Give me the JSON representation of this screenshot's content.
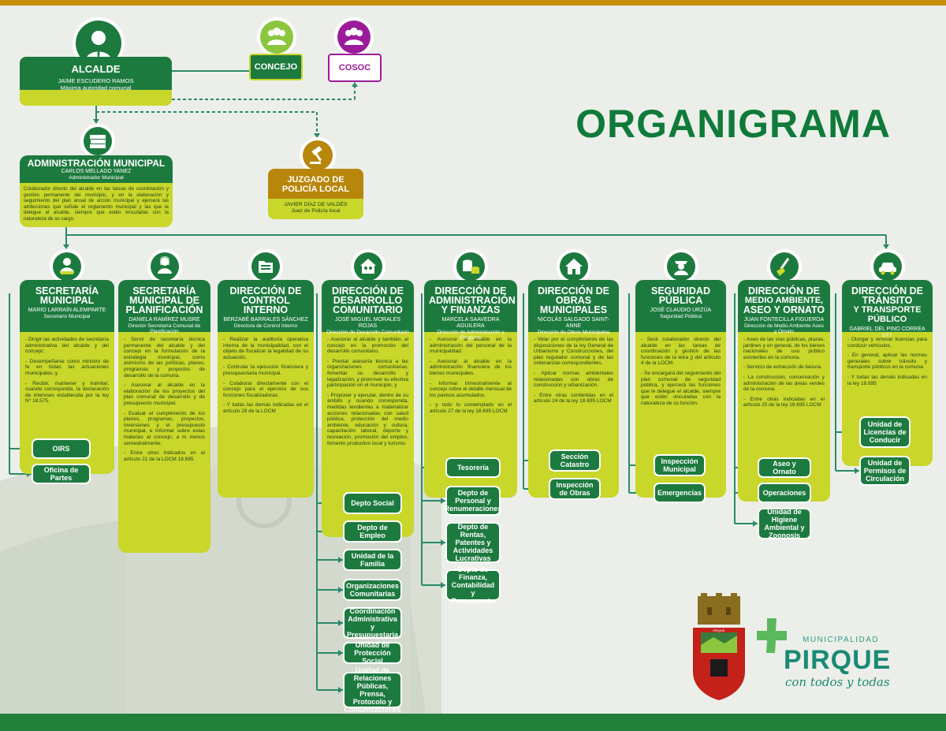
{
  "title": "ORGANIGRAMA",
  "colors": {
    "dark_green": "#1d7a3f",
    "lime": "#c9d62a",
    "gold": "#b8860b",
    "purple": "#9b1c9a",
    "topbar": "#c4900b"
  },
  "alcalde": {
    "title": "ALCALDE",
    "name": "JAIME ESCUDERO RAMOS",
    "role": "Máxima autoridad comunal",
    "icon": "person-icon"
  },
  "concejo": {
    "label": "CONCEJO",
    "icon": "group-icon"
  },
  "cosoc": {
    "label": "COSOC",
    "icon": "group-icon"
  },
  "admin": {
    "title": "ADMINISTRACIÓN MUNICIPAL",
    "name": "CARLOS MELLADO YANEZ",
    "role": "Administrador Municipal",
    "desc": "Colaborador directo del alcalde en las tareas de coordinación y gestión permanente del municipio, y en la elaboración y seguimiento del plan anual de acción municipal y ejercerá las atribuciones que señale el reglamento municipal y las que le delegue el alcalde, siempre que estén vinculadas con la naturaleza de su cargo.",
    "icon": "books-icon"
  },
  "juzgado": {
    "title1": "JUZGADO DE",
    "title2": "POLICÍA LOCAL",
    "name": "JAVIER DÍAZ DE VALDÉS",
    "role": "Juez de Policía local",
    "icon": "gavel-icon"
  },
  "units": [
    {
      "t1": "SECRETARÍA",
      "t2": "MUNICIPAL",
      "t3": "",
      "name": "MARIO LARRAÍN ALEMPARTE",
      "role": "Secretario Municipal",
      "items": [
        "- Dirigir las actividades de secretaría administrativa del alcalde y del concejo;",
        "- Desempeñarse como ministro de fe en todas las actuaciones municipales, y",
        "- Recibir, mantener y tramitar, cuando corresponda, la declaración de intereses establecida por la ley N° 18.575."
      ],
      "icon": "person-laptop-icon"
    },
    {
      "t1": "SECRETARÍA",
      "t2": "MUNICIPAL DE",
      "t3": "PLANIFICACIÓN",
      "name": "DANIELA RAMÍREZ MUSRE",
      "role": "Director Secretaría Comunal de Planificación",
      "items": [
        "- Servir de secretaría técnica permanente del alcalde y del concejo en la formulación de la estrategia municipal, como asimismo de las políticas, planes, programas y proyectos de desarrollo de la comuna.",
        "- Asesorar al alcalde en la elaboración de los proyectos del plan comunal de desarrollo y de presupuesto municipal.",
        "- Evaluar el cumplimiento de los planes, programas, proyectos, inversiones y el presupuesto municipal, e informar sobre estas materias al concejo, a lo menos semestralmente;",
        "- Entre otros indicados en el artículo 21 de la LOCM 18.695"
      ],
      "icon": "woman-laptop-icon"
    },
    {
      "t1": "DIRECCIÓN DE",
      "t2": "CONTROL",
      "t3": "INTERNO",
      "name": "BERZABÉ BARRALES SÁNCHEZ",
      "role": "Directora de Control Interno",
      "items": [
        "- Realizar la auditoría operativa interna de la municipalidad, con el objeto de fiscalizar la legalidad de su actuación.",
        "- Controlar la ejecución financiera y presupuestaria municipal.",
        "- Colaborar directamente con el concejo para el ejercicio de sus funciones fiscalizadoras.",
        "- Y todas las demás indicadas en el artículo 28 de la LOCM"
      ],
      "icon": "folder-icon"
    },
    {
      "t1": "DIRECCIÓN DE",
      "t2": "DESARROLLO",
      "t3": "COMUNITARIO",
      "name": "JOSÉ MIGUEL MORALES ROJAS",
      "role": "Dirección de Desarrollo Comunitario",
      "items": [
        "- Asesorar al alcalde y también, al concejo en la promoción del desarrollo comunitario.",
        "- Prestar asesoría técnica a las organizaciones comunitarias, fomentar su desarrollo y legalización, y promover su efectiva participación en el municipio, y",
        "- Proponer y ejecutar, dentro de su ámbito y cuando corresponda, medidas tendientes a materializar acciones relacionadas con salud pública, protección del medio ambiente, educación y cultura, capacitación laboral, deporte y recreación, promoción del empleo, fomento productivo local y turismo."
      ],
      "icon": "family-house-icon"
    },
    {
      "t1": "DIRECCIÓN DE",
      "t2": "ADMINISTRACIÓN",
      "t3": "Y FINANZAS",
      "name": "MARCELA SAAVEDRA AGUILERA",
      "role": "Dirección de Administración y Finanzas",
      "items": [
        "- Asesorar al alcalde en la administración del personal de la municipalidad.",
        "- Asesorar al alcalde en la administración financiera de los bienes municipales.",
        "- Informar trimestralmente al concejo sobre el detalle mensual de los pasivos acumulados.",
        "- y todo lo contemplado en el artículo 27 de la ley 18.695 LOCM"
      ],
      "icon": "coins-icon"
    },
    {
      "t1": "DIRECCIÓN DE",
      "t2": "OBRAS",
      "t3": "MUNICIPALES",
      "name": "NICOLÁS SALGADO SAINT-ANNE",
      "role": "Dirección de Obras Municipales",
      "items": [
        "- Velar por el cumplimiento de las disposiciones de la ley General de Urbanismo y Construcciones, del plan regulador comunal y de las ordenanzas correspondientes.",
        "- Aplicar normas ambientales relacionadas con obras de construcción y urbanización.",
        "- Entre otras contenidas en el artículo 24 de la ley 18.695 LOCM"
      ],
      "icon": "house-icon"
    },
    {
      "t1": "SEGURIDAD",
      "t2": "PÚBLICA",
      "t3": "",
      "name": "JOSÉ CLAUDIO URZÚA",
      "role": "Seguridad Pública",
      "items": [
        "- Será colaborador directo del alcalde en las tareas de coordinación y gestión de las funciones de la letra j) del artículo 4 de la LOCM.",
        "- Se encargará del seguimiento del plan comunal de seguridad pública, y ejercerá las funciones que le delegue el alcalde, siempre que estén vinculadas con la naturaleza de su función."
      ],
      "icon": "police-icon"
    },
    {
      "t1": "DIRECCIÓN DE",
      "t2": "MEDIO AMBIENTE,",
      "t3": "ASEO Y ORNATO",
      "name": "JUAN FONTECILLA FIGUEROA",
      "role": "Dirección de Medio Ambiente Aseo y Ornato",
      "items": [
        "- Aseo de las vías públicas, plazas, jardines y en general, de los bienes nacionales de uso público existentes en la comuna.",
        "- Servicio de extracción de basura.",
        "- La construcción, conservación y administración de las áreas verdes de la comuna.",
        "- Entre otras indicadas en el artículo 25 de la ley 18.695 LOCM"
      ],
      "icon": "broom-icon"
    },
    {
      "t1": "DIRECCIÓN DE",
      "t2": "TRÁNSITO",
      "t3": "Y TRANSPORTE PÚBLICO",
      "name": "GABRIEL DEL PINO CORREA",
      "role": "DTT",
      "items": [
        "- Otorgar y renovar licencias para conducir vehículos.",
        "- En general, aplicar las normas generales sobre tránsito y transporte públicos en la comuna.",
        "- Y todas las demás indicadas en la ley 18.695"
      ],
      "icon": "car-icon"
    }
  ],
  "subunits": {
    "secretaria": [
      "OIRS",
      "Oficina de Partes"
    ],
    "dideco": [
      "Depto Social",
      "Depto de Empleo",
      "Unidad de la Familia",
      "Organizaciones Comunitarias",
      "Coordinación Administrativa y Presupuestaria",
      "Unidad de Protección Social",
      "Unidad de Relaciones Públicas, Prensa, Protocolo y Comunicaciones"
    ],
    "finanzas": [
      "Tesorería",
      "Depto de Personal y Renumeraciones",
      "Depto de Rentas, Patentes y Actividades Lucrativas",
      "Depto de Finanza, Contabilidad y Presupuesto"
    ],
    "obras": [
      "Sección Catastro",
      "Inspección de Obras"
    ],
    "seguridad": [
      "Inspección Municipal",
      "Emergencias"
    ],
    "medio_ambiente": [
      "Aseo y Ornato",
      "Operaciones",
      "Unidad de Higiene Ambiental y Zoonosis"
    ],
    "transito": [
      "Unidad de Licencias de Conducir",
      "Unidad de Permisos de Circulación"
    ]
  },
  "logo": {
    "name": "PIRQUE",
    "prefix": "MUNICIPALIDAD",
    "slogan": "con todos y todas",
    "crest_text": "PIRQUE"
  }
}
